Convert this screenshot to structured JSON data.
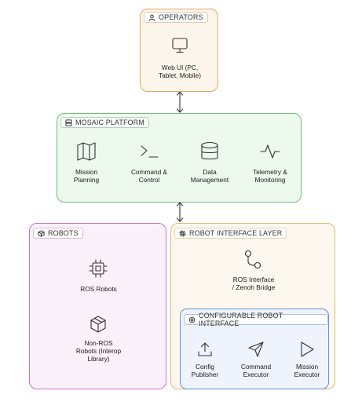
{
  "operators": {
    "title": "OPERATORS",
    "web_ui": "Web UI (PC,\nTablet, Mobile)"
  },
  "platform": {
    "title": "MOSAIC PLATFORM",
    "items": [
      {
        "label": "Mission\nPlanning",
        "icon": "map-icon"
      },
      {
        "label": "Command &\nControl",
        "icon": "terminal-icon"
      },
      {
        "label": "Data\nManagement",
        "icon": "database-icon"
      },
      {
        "label": "Telemetry &\nMonitoring",
        "icon": "activity-icon"
      }
    ]
  },
  "robots": {
    "title": "ROBOTS",
    "ros": "ROS Robots",
    "non_ros": "Non-ROS\nRobots (Interop\nLibrary)"
  },
  "interface": {
    "title": "ROBOT INTERFACE LAYER",
    "bridge": "ROS Interface\n/ Zenoh Bridge",
    "configurable": {
      "title": "CONFIGURABLE ROBOT INTERFACE",
      "items": [
        {
          "label": "Config\nPublisher",
          "icon": "upload-icon"
        },
        {
          "label": "Command\nExecutor",
          "icon": "send-icon"
        },
        {
          "label": "Mission\nExecutor",
          "icon": "play-icon"
        }
      ]
    }
  },
  "colors": {
    "operators_border": "#e0a766",
    "operators_fill": "#fdf6ec",
    "platform_border": "#6cc07a",
    "platform_fill": "#eef9ee",
    "robots_border": "#cc6fd3",
    "robots_fill": "#fbf1fb",
    "interface_border": "#e0b873",
    "interface_fill": "#fdf8ef",
    "configurable_border": "#6a8fd6",
    "configurable_fill": "#eef3fd"
  }
}
